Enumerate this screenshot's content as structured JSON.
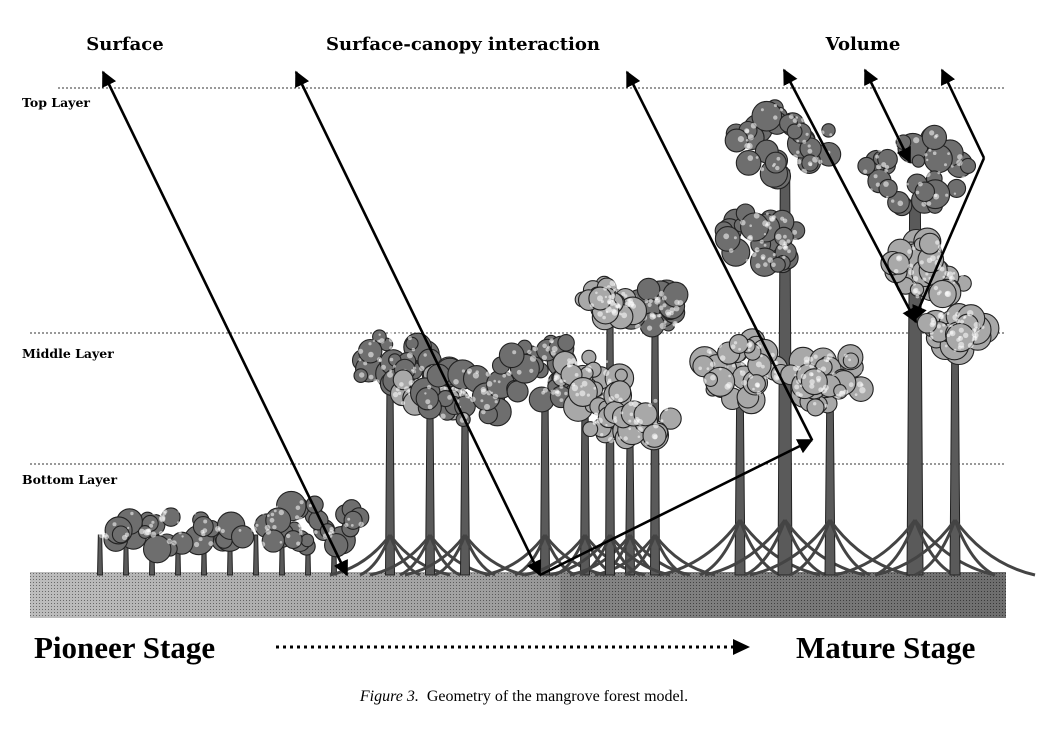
{
  "headers": {
    "surface": "Surface",
    "interaction": "Surface-canopy interaction",
    "volume": "Volume"
  },
  "layers": {
    "top": "Top Layer",
    "middle": "Middle Layer",
    "bottom": "Bottom Layer"
  },
  "stages": {
    "pioneer": "Pioneer Stage",
    "mature": "Mature Stage"
  },
  "caption": {
    "label": "Figure 3.",
    "text": "Geometry of the mangrove forest model."
  },
  "colors": {
    "canopy_dark": "#6e6e6e",
    "canopy_light": "#a8a8a8",
    "trunk": "#5a5a5a",
    "ground": "#8c8c8c",
    "ink": "#000000"
  }
}
